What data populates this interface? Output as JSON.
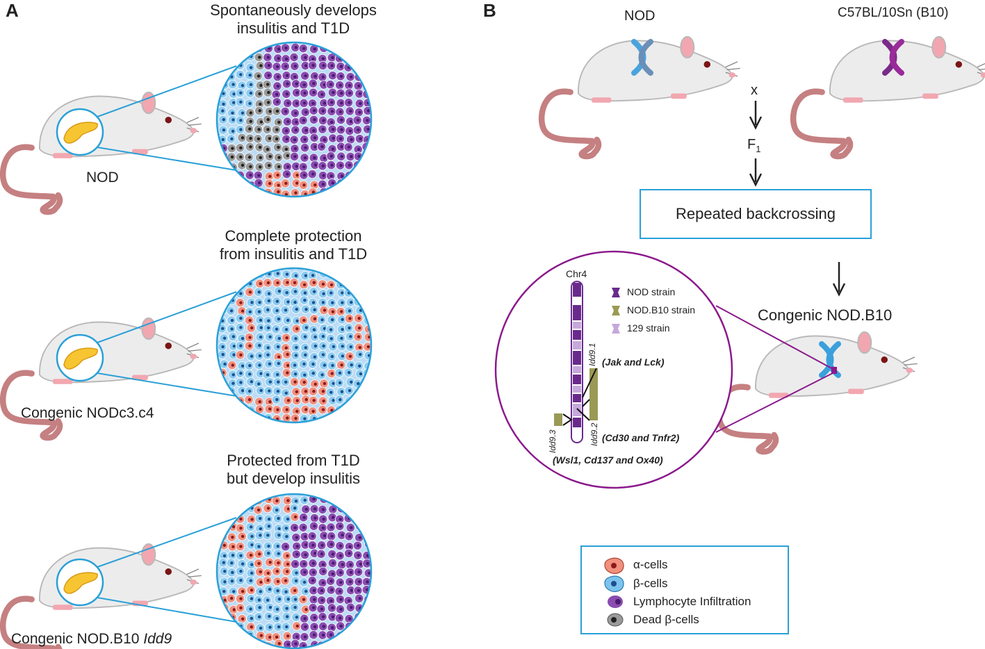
{
  "panel_a": {
    "letter": "A",
    "rows": [
      {
        "title_line1": "Spontaneously develops",
        "title_line2": "insulitis and T1D",
        "mouse_label": "NOD",
        "mouse_label_italic": ""
      },
      {
        "title_line1": "Complete protection",
        "title_line2": "from insulitis and T1D",
        "mouse_label": "Congenic NODc3.c4",
        "mouse_label_italic": ""
      },
      {
        "title_line1": "Protected from T1D",
        "title_line2": "but develop insulitis",
        "mouse_label": "Congenic NOD.B10 ",
        "mouse_label_italic": "Idd9"
      }
    ]
  },
  "panel_b": {
    "letter": "B",
    "mouse_left_label": "NOD",
    "mouse_right_label": "C57BL/10Sn (B10)",
    "cross_symbol": "x",
    "f1_label": "F",
    "f1_sub": "1",
    "backcross_label": "Repeated backcrossing",
    "congenic_label": "Congenic NOD.B10",
    "chromosome": {
      "name": "Chr4",
      "strain_legend": [
        {
          "label": "NOD strain",
          "color": "#6a2a8c"
        },
        {
          "label": "NOD.B10 strain",
          "color": "#9a9a55"
        },
        {
          "label": "129 strain",
          "color": "#c6a8dc"
        }
      ],
      "loci": [
        {
          "name": "Idd9.1",
          "genes": "(Jak and Lck)"
        },
        {
          "name": "Idd9.2",
          "genes": "(Cd30 and Tnfr2)"
        },
        {
          "name": "Idd9.3",
          "genes": "(Wsl1, Cd137 and Ox40)"
        }
      ]
    }
  },
  "cell_legend": [
    {
      "label": "α-cells",
      "icon": "alpha-cell-icon",
      "fill": "#f0907e",
      "nucleus": "#8c1a1a"
    },
    {
      "label": "β-cells",
      "icon": "beta-cell-icon",
      "fill": "#7cc3ee",
      "nucleus": "#1c4f8c"
    },
    {
      "label": "Lymphocyte Infiltration",
      "icon": "lymphocyte-icon",
      "fill": "#8a4cb0",
      "nucleus": "#4a1a6e"
    },
    {
      "label": "Dead β-cells",
      "icon": "dead-cell-icon",
      "fill": "#9a9a9a",
      "nucleus": "#222222"
    }
  ],
  "colors": {
    "accent_blue": "#2aa0d8",
    "purple": "#8b1a8c",
    "tail": "#c58081",
    "mouse_body": "#ececec"
  }
}
